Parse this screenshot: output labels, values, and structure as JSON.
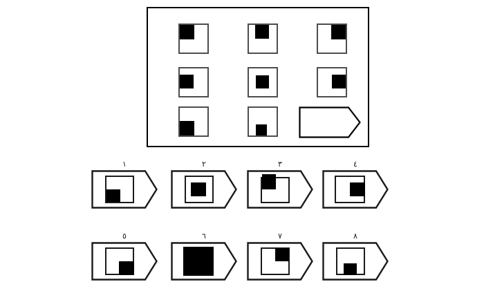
{
  "puzzle": {
    "type": "visual-analogy-matrix",
    "matrix": {
      "rows": 3,
      "cols": 3,
      "cells": [
        {
          "id": "cell-1",
          "row": 1,
          "col": 1,
          "shape": "square",
          "mark": "black-square",
          "mark_position": "top-left",
          "mark_size": "large"
        },
        {
          "id": "cell-2",
          "row": 1,
          "col": 2,
          "shape": "square",
          "mark": "black-square",
          "mark_position": "top-center",
          "mark_size": "medium"
        },
        {
          "id": "cell-3",
          "row": 1,
          "col": 3,
          "shape": "square",
          "mark": "black-square",
          "mark_position": "top-right",
          "mark_size": "large"
        },
        {
          "id": "cell-4",
          "row": 2,
          "col": 1,
          "shape": "square",
          "mark": "black-square",
          "mark_position": "middle-left",
          "mark_size": "medium"
        },
        {
          "id": "cell-5",
          "row": 2,
          "col": 2,
          "shape": "square",
          "mark": "black-square",
          "mark_position": "center",
          "mark_size": "medium"
        },
        {
          "id": "cell-6",
          "row": 2,
          "col": 3,
          "shape": "square",
          "mark": "black-square",
          "mark_position": "middle-right",
          "mark_size": "medium"
        },
        {
          "id": "cell-7",
          "row": 3,
          "col": 1,
          "shape": "square",
          "mark": "black-square",
          "mark_position": "bottom-left",
          "mark_size": "large"
        },
        {
          "id": "cell-8",
          "row": 3,
          "col": 2,
          "shape": "square",
          "mark": "black-square",
          "mark_position": "bottom-center",
          "mark_size": "small"
        },
        {
          "id": "cell-9",
          "row": 3,
          "col": 3,
          "shape": "pentagon-arrow",
          "mark": "none",
          "mark_position": "none",
          "mark_size": "none"
        }
      ]
    },
    "options": [
      {
        "id": "option-1",
        "label": "١",
        "label_value": 1,
        "shape": "pentagon-arrow",
        "inner": "square",
        "mark": "black-square",
        "mark_position": "bottom-left"
      },
      {
        "id": "option-2",
        "label": "٢",
        "label_value": 2,
        "shape": "pentagon-arrow",
        "inner": "square",
        "mark": "black-square",
        "mark_position": "center"
      },
      {
        "id": "option-3",
        "label": "٣",
        "label_value": 3,
        "shape": "pentagon-arrow",
        "inner": "square",
        "mark": "black-square",
        "mark_position": "top-left"
      },
      {
        "id": "option-4",
        "label": "٤",
        "label_value": 4,
        "shape": "pentagon-arrow",
        "inner": "square",
        "mark": "black-square",
        "mark_position": "middle-right"
      },
      {
        "id": "option-5",
        "label": "٥",
        "label_value": 5,
        "shape": "pentagon-arrow",
        "inner": "square",
        "mark": "black-square",
        "mark_position": "bottom-right"
      },
      {
        "id": "option-6",
        "label": "٦",
        "label_value": 6,
        "shape": "pentagon-arrow",
        "inner": "none",
        "mark": "black-square",
        "mark_position": "filled-large"
      },
      {
        "id": "option-7",
        "label": "٧",
        "label_value": 7,
        "shape": "pentagon-arrow",
        "inner": "square",
        "mark": "black-square",
        "mark_position": "top-right"
      },
      {
        "id": "option-8",
        "label": "٨",
        "label_value": 8,
        "shape": "pentagon-arrow",
        "inner": "square",
        "mark": "black-square",
        "mark_position": "bottom-center"
      }
    ],
    "colors": {
      "ink": "#000000",
      "cell_border": "#4d4d4d",
      "shape_border": "#1a1a1a",
      "background": "#ffffff",
      "mark_fill": "#000000"
    }
  }
}
